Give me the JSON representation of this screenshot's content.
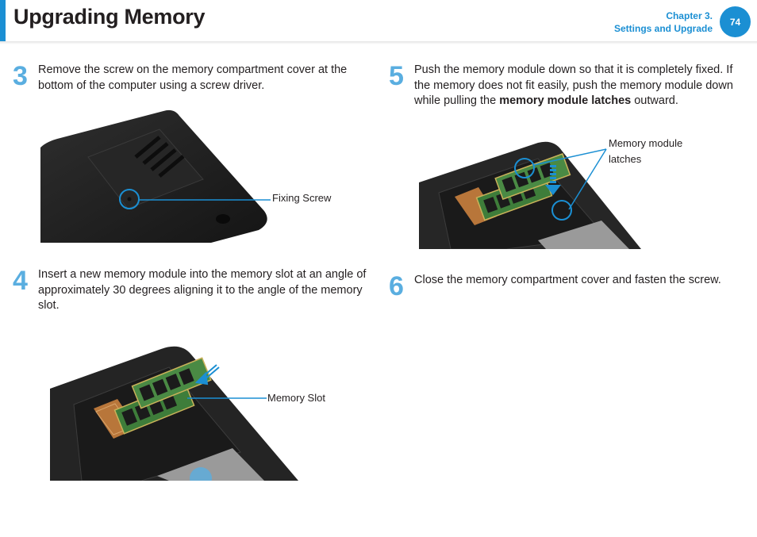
{
  "header": {
    "title": "Upgrading Memory",
    "chapter_line1": "Chapter 3.",
    "chapter_line2": "Settings and Upgrade",
    "page_number": "74",
    "accent_color": "#1b8fd3"
  },
  "steps": [
    {
      "number": "3",
      "text": "Remove the screw on the memory compartment cover at the bottom of the computer using a screw driver.",
      "callout": "Fixing Screw"
    },
    {
      "number": "4",
      "text": "Insert a new memory module into the memory slot at an angle of approximately 30 degrees aligning it to the angle of the memory slot.",
      "callout": "Memory Slot"
    },
    {
      "number": "5",
      "text_before": "Push the memory module down so that it is completely fixed. If the memory does not fit easily, push the memory module down while pulling the ",
      "text_bold": "memory module latches",
      "text_after": " outward.",
      "callout_line1": "Memory module",
      "callout_line2": "latches"
    },
    {
      "number": "6",
      "text": "Close the memory compartment cover and fasten the screw."
    }
  ]
}
